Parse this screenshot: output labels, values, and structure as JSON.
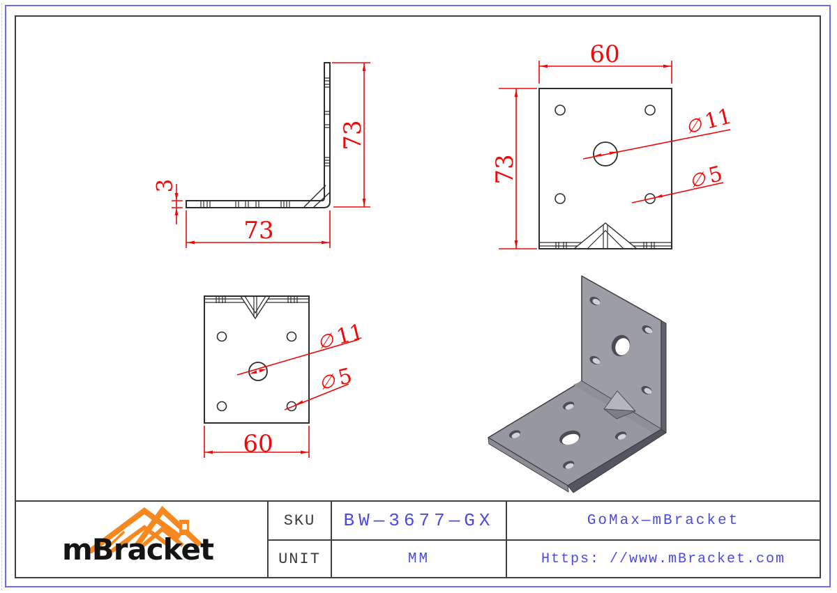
{
  "colors": {
    "dimension_red": "#f40606",
    "cad_text_blue": "#4a4ae6",
    "outer_border_blue": "#6b6bf7",
    "inner_border_gray": "#3f3f3f",
    "line_color": "#2d2d2d",
    "logo_orange": "#f6881f",
    "part_gray": "#9b9ca4"
  },
  "views": {
    "side": {
      "height": "73",
      "width": "73",
      "thickness": "3"
    },
    "front": {
      "width": "60",
      "height": "73",
      "big_hole": {
        "symbol": "∅",
        "value": "11"
      },
      "small_hole": {
        "symbol": "∅",
        "value": "5"
      }
    },
    "top": {
      "width": "60",
      "big_hole": {
        "symbol": "∅",
        "value": "11"
      },
      "small_hole": {
        "symbol": "∅",
        "value": "5"
      }
    }
  },
  "logo": {
    "text": "mBracket"
  },
  "title_block": {
    "sku_label": "SKU",
    "sku_value": "BW—3677—GX",
    "unit_label": "UNIT",
    "unit_value": "MM",
    "company": "GoMax—mBracket",
    "website": "Https: //www.mBracket.com"
  }
}
